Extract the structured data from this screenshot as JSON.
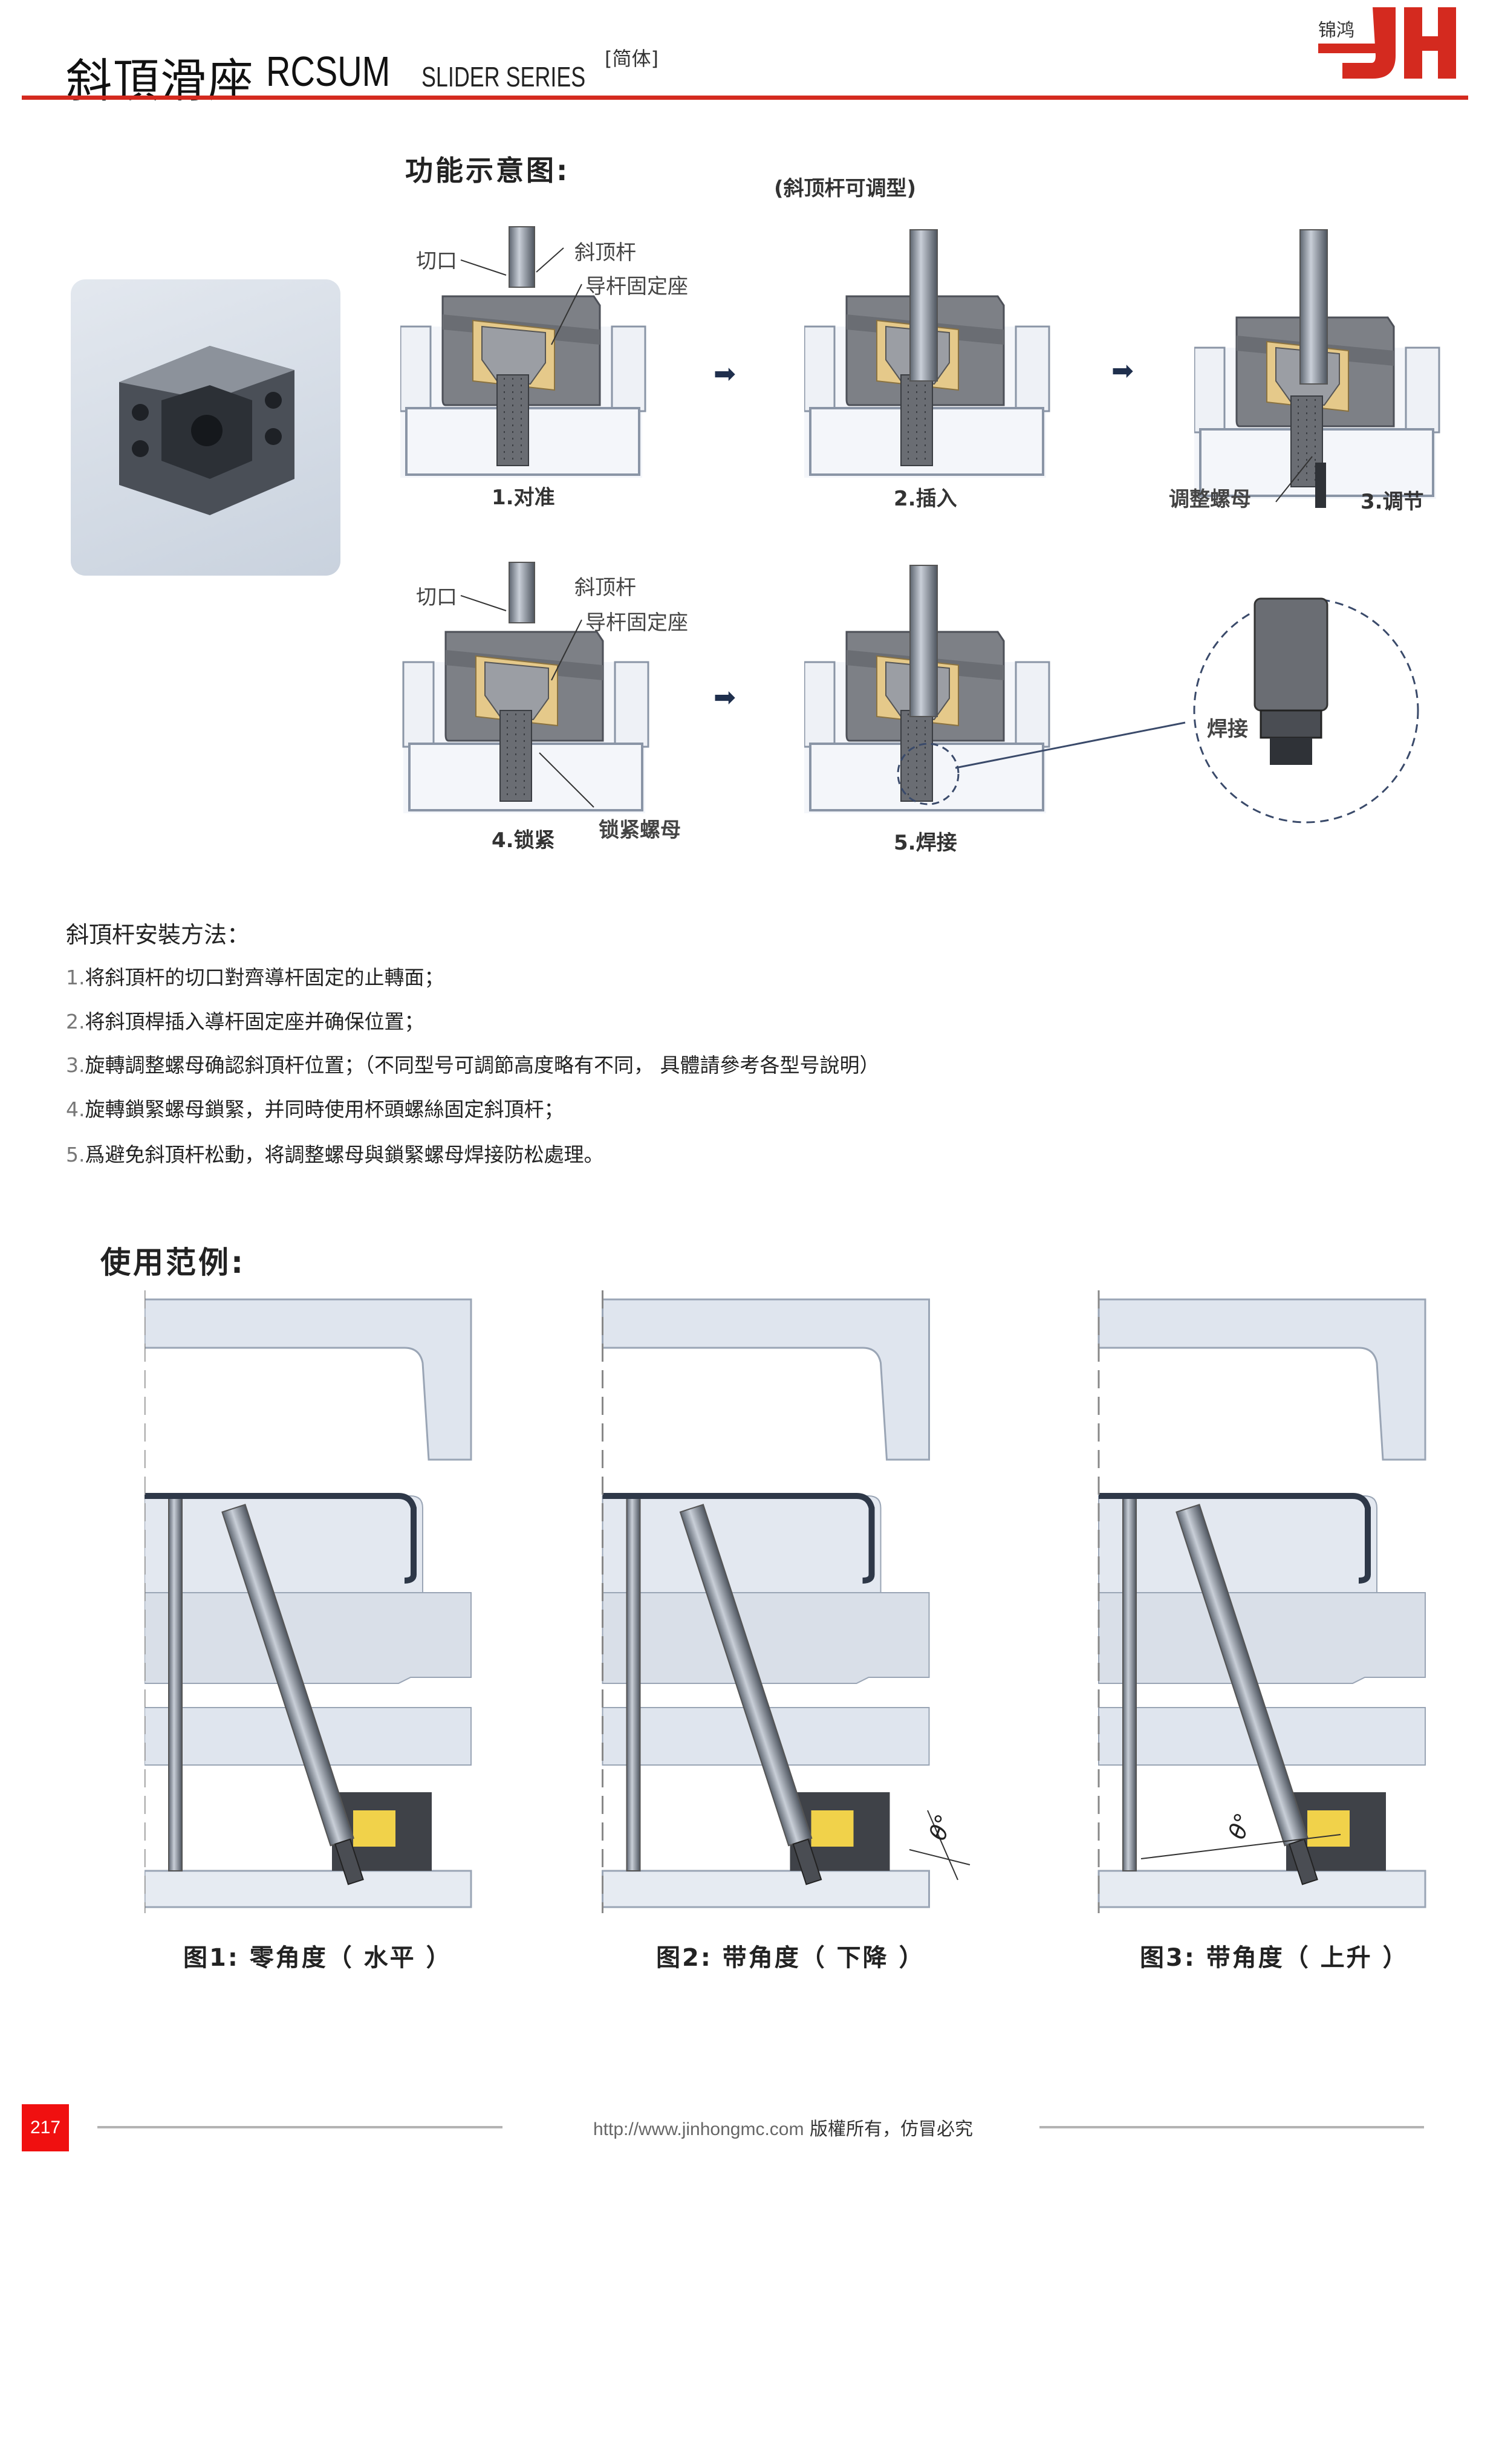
{
  "header": {
    "title_cn": "斜頂滑座",
    "title_code": "RCSUM",
    "series": "SLIDER SERIES",
    "lang": "[简体]",
    "logo_text": "锦鸿 JH",
    "accent_color": "#d42a1f"
  },
  "function_diagram": {
    "heading": "功能示意图:",
    "subtitle": "(斜顶杆可调型)",
    "labels": {
      "notch": "切口",
      "lifter_rod": "斜顶杆",
      "guide_seat": "导杆固定座",
      "adjust_nut": "调整螺母",
      "lock_nut": "锁紧螺母",
      "weld": "焊接"
    },
    "steps": [
      "1.对准",
      "2.插入",
      "3.调节",
      "4.锁紧",
      "5.焊接"
    ]
  },
  "install": {
    "heading": "斜頂杆安裝方法：",
    "steps": [
      {
        "num": "1.",
        "text": "将斜頂杆的切口對齊導杆固定的止轉面；"
      },
      {
        "num": "2.",
        "text": "将斜頂桿插入導杆固定座并确保位置；"
      },
      {
        "num": "3.",
        "text": "旋轉調整螺母确認斜頂杆位置；（不同型号可調節高度略有不同，  具體請參考各型号說明）"
      },
      {
        "num": "4.",
        "text": "旋轉鎖緊螺母鎖緊，并同時使用杯頭螺絲固定斜頂杆；"
      },
      {
        "num": "5.",
        "text": "爲避免斜頂杆松動，将調整螺母與鎖緊螺母焊接防松處理。"
      }
    ]
  },
  "usage": {
    "heading": "使用范例:",
    "angle_label": "θ°",
    "figures": [
      {
        "caption": "图1:  零角度（ 水平 ）"
      },
      {
        "caption": "图2:  带角度（ 下降 ）"
      },
      {
        "caption": "图3:  带角度（ 上升 ）"
      }
    ]
  },
  "footer": {
    "page_number": "217",
    "url": "http://www.jinhongmc.com",
    "copyright": "版權所有，仿冒必究"
  }
}
